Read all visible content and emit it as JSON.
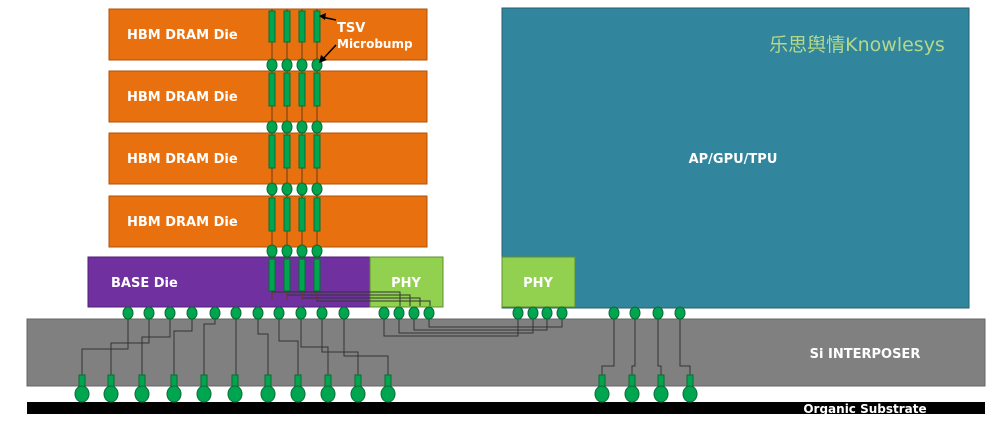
{
  "hbm_dies": [
    {
      "label": "HBM DRAM Die"
    },
    {
      "label": "HBM DRAM Die"
    },
    {
      "label": "HBM DRAM Die"
    },
    {
      "label": "HBM DRAM Die"
    }
  ],
  "base_die": {
    "label": "BASE Die"
  },
  "phy_hbm": {
    "label": "PHY"
  },
  "phy_proc": {
    "label": "PHY"
  },
  "processor": {
    "label": "AP/GPU/TPU"
  },
  "interposer": {
    "label": "Si INTERPOSER"
  },
  "substrate": {
    "label": "Organic Substrate"
  },
  "annotations": {
    "tsv": "TSV",
    "microbump": "Microbump"
  },
  "watermark": "乐思舆情Knowlesys",
  "colors": {
    "hbm": "#e8700f",
    "base": "#7030a0",
    "phy": "#92d050",
    "processor": "#31859c",
    "interposer": "#808080",
    "substrate": "#000000",
    "bump": "#00a550",
    "watermark": "#b5d88a"
  }
}
